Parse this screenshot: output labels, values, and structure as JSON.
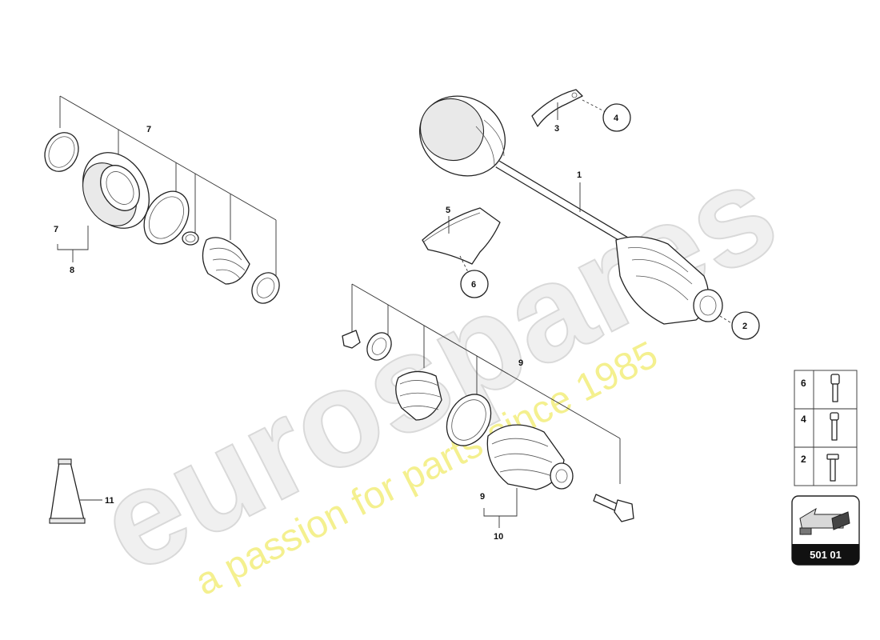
{
  "watermark": {
    "brand": "eurospares",
    "tagline": "a passion for parts since 1985"
  },
  "callouts": {
    "c1": "1",
    "c2": "2",
    "c3": "3",
    "c4": "4",
    "c5": "5",
    "c6": "6",
    "c7a": "7",
    "c7b": "7",
    "c8": "8",
    "c9a": "9",
    "c9b": "9",
    "c10": "10",
    "c11": "11"
  },
  "legend": {
    "rows": [
      {
        "num": "6"
      },
      {
        "num": "4"
      },
      {
        "num": "2"
      }
    ]
  },
  "badge": {
    "code": "501 01"
  },
  "colors": {
    "watermark_fill": "#f0f0f0",
    "tagline": "#f4f08f",
    "badge_bg": "#111111",
    "line": "#222222"
  }
}
